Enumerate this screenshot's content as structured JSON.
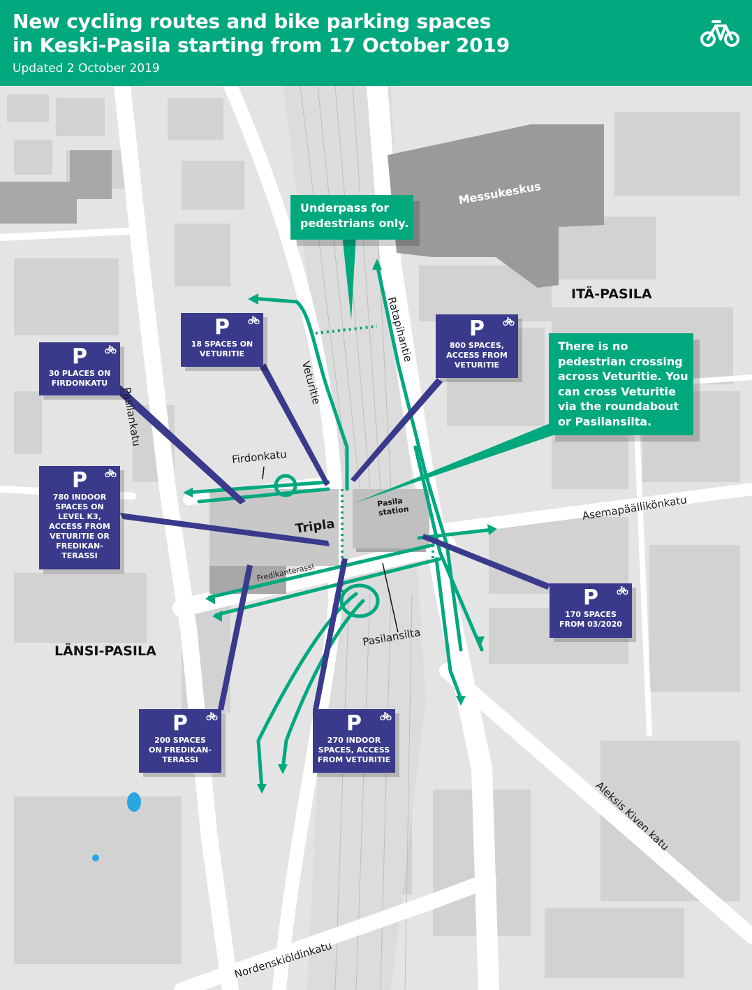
{
  "header": {
    "title_line1": "New cycling routes and bike parking spaces",
    "title_line2": "in Keski-Pasila starting from 17 October 2019",
    "updated": "Updated 2 October 2019",
    "logo_icon": "bicycle-icon"
  },
  "colors": {
    "header_green": "#00a87e",
    "route_green": "#00a87e",
    "parking_blue": "#3a3a8c",
    "building_grey": "#9a9a9a",
    "block_grey": "#d2d2d2",
    "background": "#e4e4e4",
    "street": "#ffffff"
  },
  "districts": {
    "ita_pasila": "ITÄ-PASILA",
    "lansi_pasila": "LÄNSI-PASILA"
  },
  "places": {
    "messukeskus": "Messukeskus",
    "tripla": "Tripla",
    "pasila_station_line1": "Pasila",
    "pasila_station_line2": "station"
  },
  "streets": {
    "pasilankatu": "Pasilankatu",
    "veturitie": "Veturitie",
    "ratapihantie": "Ratapihantie",
    "firdonkatu": "Firdonkatu",
    "asemapaallikonkatu": "Asemapäällikönkatu",
    "fredikanterassi": "Fredikanterassi",
    "pasilansilta": "Pasilansilta",
    "aleksis_kiven_katu": "Aleksis Kiven katu",
    "nordenskioldinkatu": "Nordenskiöldinkatu"
  },
  "callouts": {
    "underpass": [
      "Underpass for",
      "pedestrians only."
    ],
    "no_crossing": [
      "There is no",
      "pedestrian crossing",
      "across Veturitie. You",
      "can cross Veturitie",
      "via the roundabout",
      "or Pasilansilta."
    ]
  },
  "parking": {
    "letter": "P",
    "icon": "bicycle-icon",
    "items": [
      {
        "lines": [
          "30 PLACES ON",
          "FIRDONKATU"
        ]
      },
      {
        "lines": [
          "18 SPACES ON",
          "VETURITIE"
        ]
      },
      {
        "lines": [
          "800 SPACES,",
          "ACCESS FROM",
          "VETURITIE"
        ]
      },
      {
        "lines": [
          "780 INDOOR",
          "SPACES ON",
          "LEVEL K3,",
          "ACCESS FROM",
          "VETURITIE OR",
          "FREDIKAN-",
          "TERASSI"
        ]
      },
      {
        "lines": [
          "170 SPACES",
          "FROM 03/2020"
        ]
      },
      {
        "lines": [
          "200 SPACES",
          "ON FREDIKAN-",
          "TERASSI"
        ]
      },
      {
        "lines": [
          "270 INDOOR",
          "SPACES, ACCESS",
          "FROM VETURITIE"
        ]
      }
    ]
  }
}
